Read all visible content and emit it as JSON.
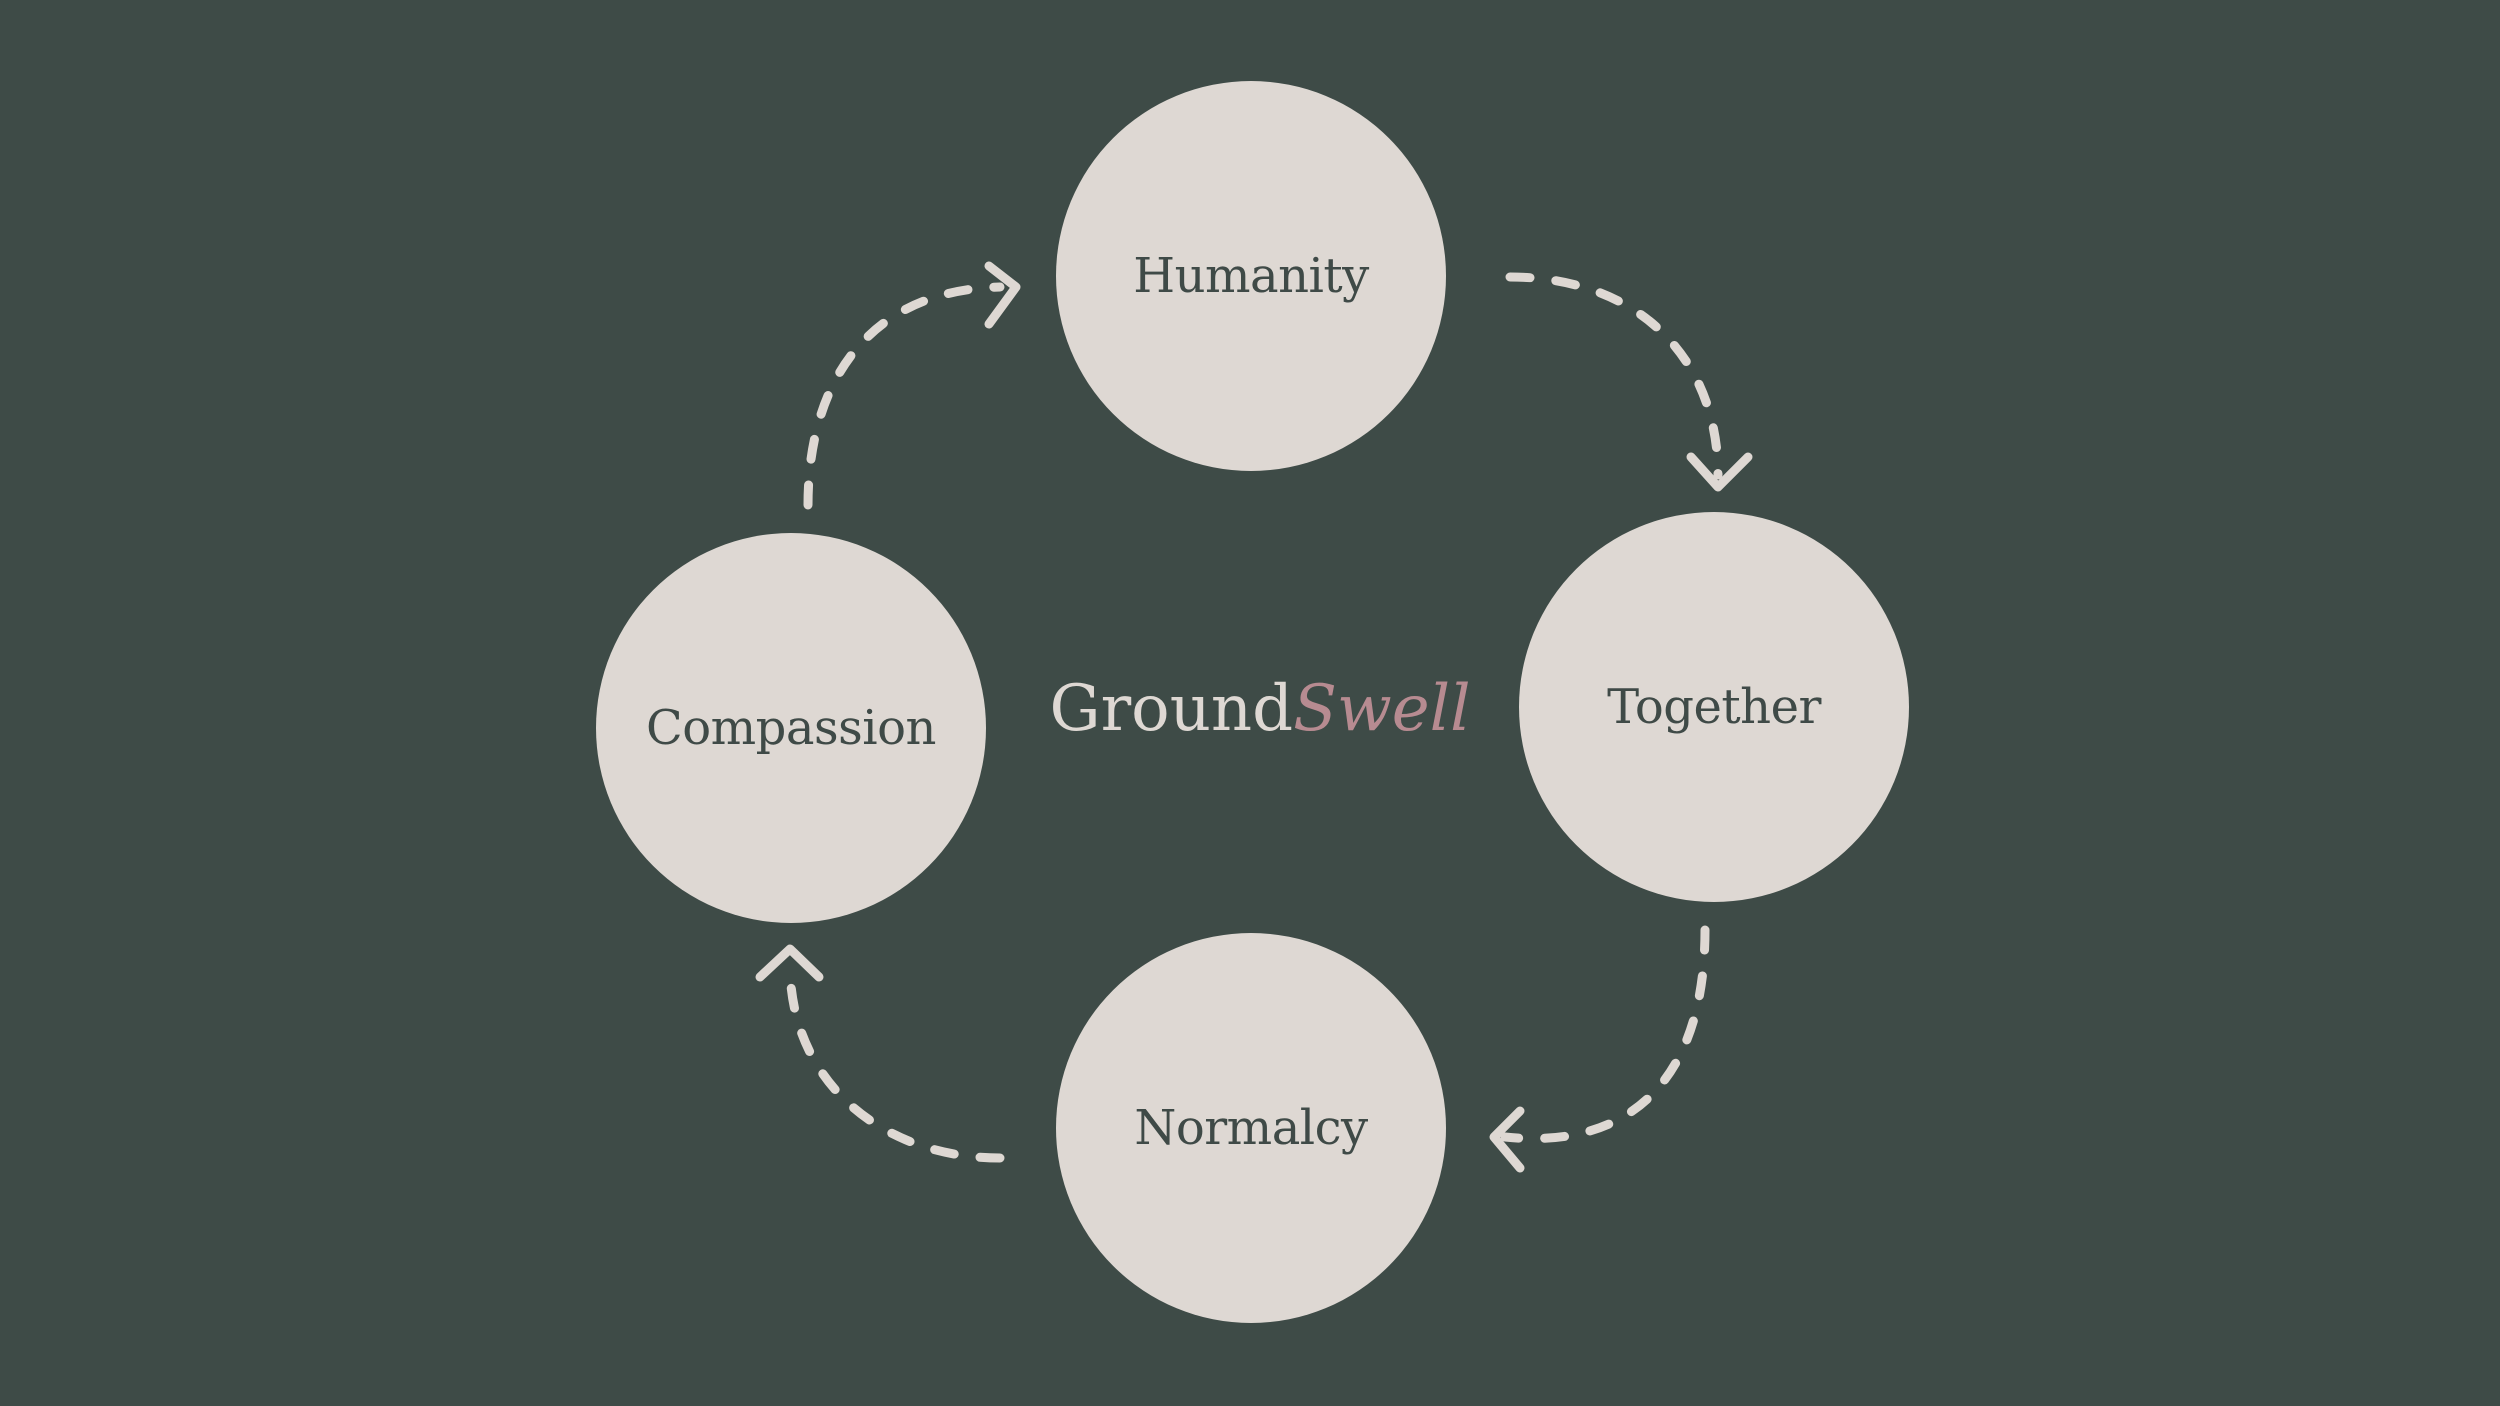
{
  "colors": {
    "background": "#3e4b47",
    "circle_fill": "#ded8d3",
    "label_text": "#3f4a47",
    "title_ground": "#ded8d3",
    "title_swell": "#b78b91",
    "arrow": "#ded8d3"
  },
  "title": {
    "part1": "Ground",
    "part2": "Swell"
  },
  "nodes": {
    "humanity": "Humanity",
    "together": "Together",
    "normalcy": "Normalcy",
    "compassion": "Compassion"
  }
}
